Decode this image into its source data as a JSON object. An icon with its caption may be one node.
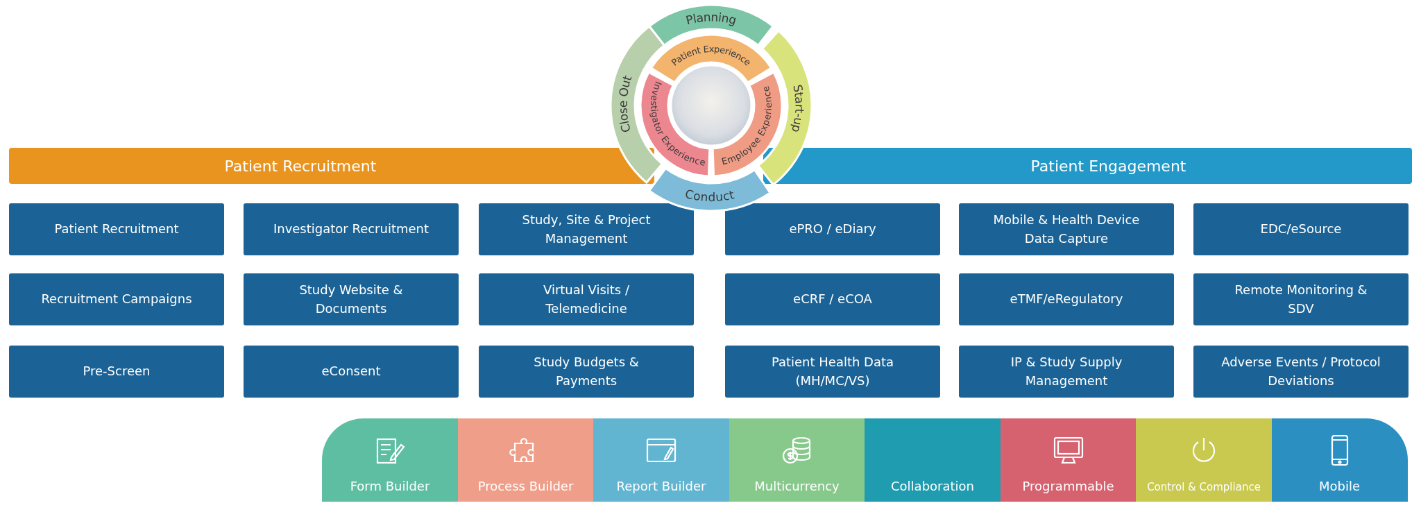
{
  "diagram": {
    "nodes": [
      {
        "text": [
          "Planning"
        ]
      },
      {
        "text": [
          "Close Out"
        ]
      },
      {
        "text": [
          "Start-up"
        ]
      },
      {
        "text": [
          "Patient Experience"
        ]
      },
      {
        "text": [
          "Investigator Experience"
        ]
      },
      {
        "text": [
          "Employee Experience"
        ]
      },
      {
        "text": [
          "Conduct"
        ]
      },
      {
        "text": [
          "Patient Recruitment"
        ]
      },
      {
        "text": [
          "Patient Engagement"
        ]
      },
      {
        "text": [
          "Patient Recruitment"
        ]
      },
      {
        "text": [
          "Investigator Recruitment"
        ]
      },
      {
        "text": [
          "Study, Site & Project Management"
        ]
      },
      {
        "text": [
          "ePRO / eDiary"
        ]
      },
      {
        "text": [
          "Mobile & Health Device Data Capture"
        ]
      },
      {
        "text": [
          "EDC/eSource"
        ]
      },
      {
        "text": [
          "Recruitment Campaigns"
        ]
      },
      {
        "text": [
          "Study Website & Documents"
        ]
      },
      {
        "text": [
          "Virtual Visits / Telemedicine"
        ]
      },
      {
        "text": [
          "eCRF / eCOA"
        ]
      },
      {
        "text": [
          "eTMF/eRegulatory"
        ]
      },
      {
        "text": [
          "Remote Monitoring & SDV"
        ]
      },
      {
        "text": [
          "Pre-Screen"
        ]
      },
      {
        "text": [
          "eConsent"
        ]
      },
      {
        "text": [
          "Study Budgets & Payments"
        ]
      },
      {
        "text": [
          "Patient Health Data (MH/MC/VS)"
        ]
      },
      {
        "text": [
          "IP & Study Supply Management"
        ]
      },
      {
        "text": [
          "Adverse Events / Protocol Deviations"
        ]
      },
      {
        "text": [
          "Form Builder"
        ]
      },
      {
        "text": [
          "Process Builder"
        ]
      },
      {
        "text": [
          "Report Builder"
        ]
      },
      {
        "text": [
          "Multicurrency"
        ]
      },
      {
        "text": [
          "Collaboration"
        ]
      },
      {
        "text": [
          "Programmable"
        ]
      },
      {
        "text": [
          "Control & Compliance"
        ]
      },
      {
        "text": [
          "Mobile"
        ]
      }
    ],
    "edges": []
  }
}
